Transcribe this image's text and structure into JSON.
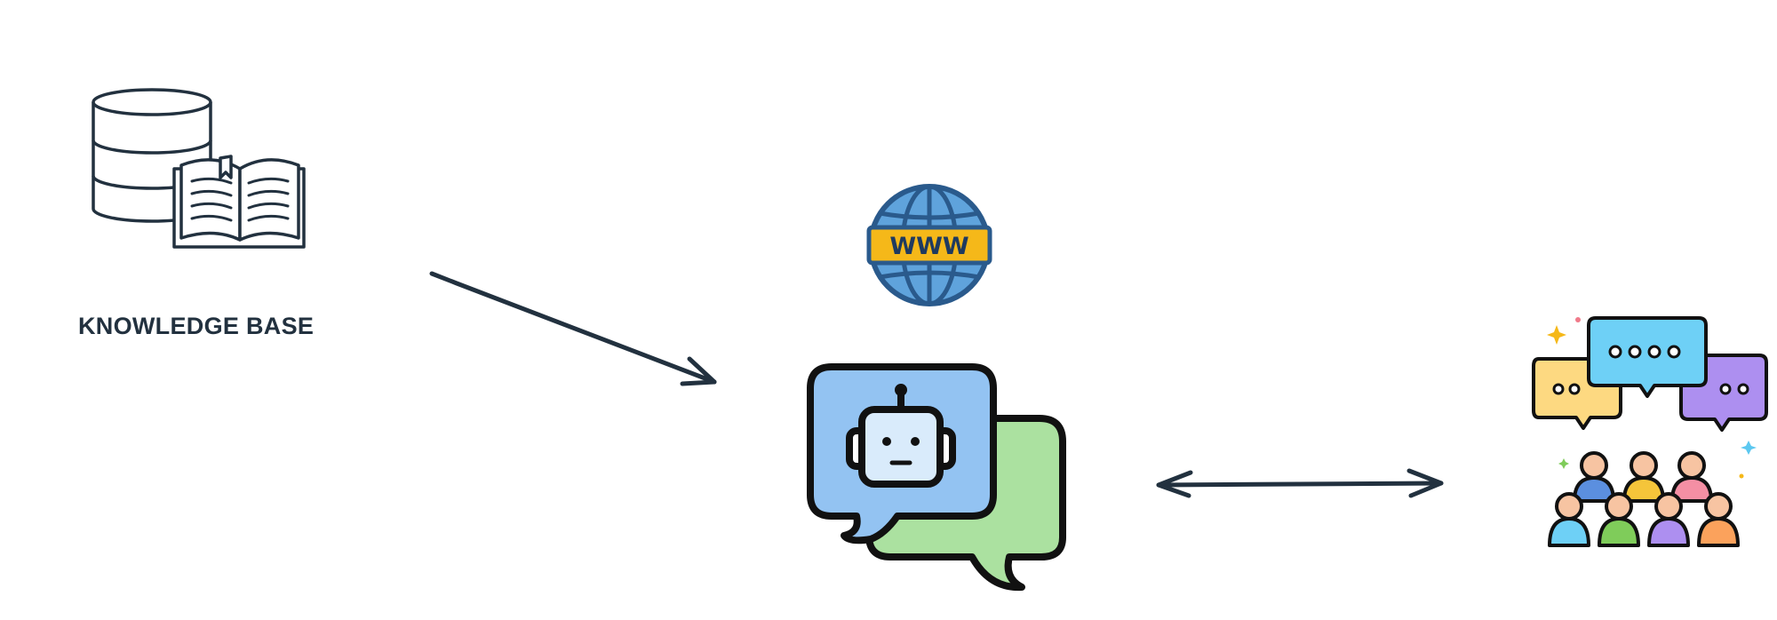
{
  "diagram": {
    "nodes": [
      {
        "id": "knowledge-base",
        "label": "KNOWLEDGE BASE",
        "icon": "database-book-icon"
      },
      {
        "id": "web",
        "label": "WWW",
        "icon": "globe-www-icon"
      },
      {
        "id": "chatbot",
        "icon": "chatbot-icon"
      },
      {
        "id": "users",
        "icon": "user-group-chat-icon"
      }
    ],
    "edges": [
      {
        "from": "knowledge-base",
        "to": "chatbot",
        "direction": "one-way"
      },
      {
        "from": "chatbot",
        "to": "users",
        "direction": "two-way"
      }
    ]
  },
  "colors": {
    "line": "#22313f",
    "globe_blue": "#2a5a8c",
    "globe_light": "#5fa3dc",
    "www_banner": "#f5b819",
    "bot_bubble": "#93c3f2",
    "bot_face": "#d9ebfb",
    "second_bubble": "#abe1a0",
    "bubble_yellow": "#fdd981",
    "bubble_cyan": "#6ed0f6",
    "bubble_purple": "#ad8ff0",
    "person_skin": "#f7c4a2"
  }
}
